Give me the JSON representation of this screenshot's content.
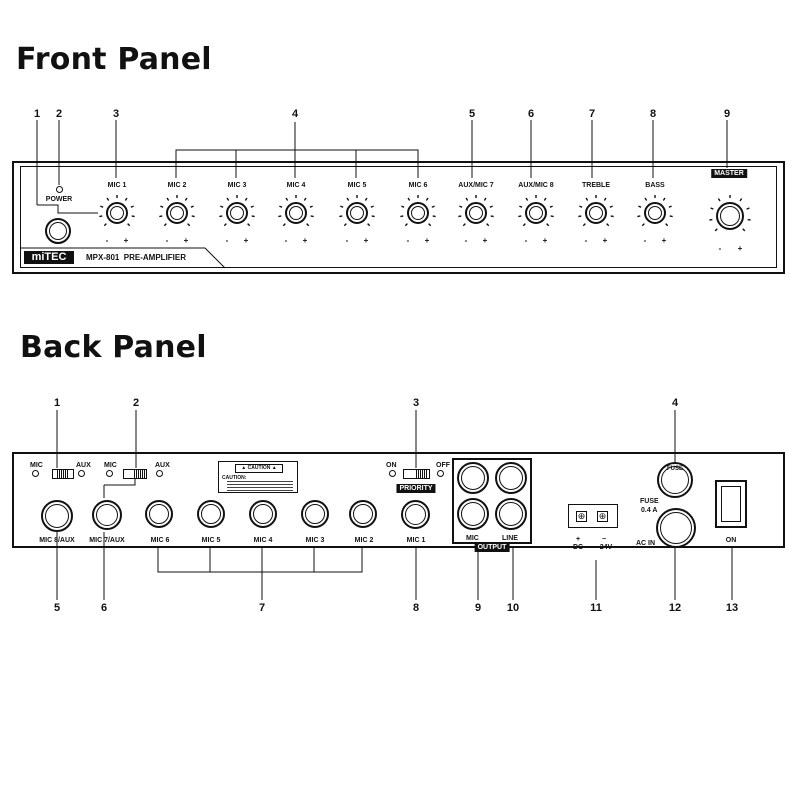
{
  "front": {
    "title": "Front Panel",
    "callouts": [
      "1",
      "2",
      "3",
      "4",
      "5",
      "6",
      "7",
      "8",
      "9"
    ],
    "power_label": "POWER",
    "channels": [
      "MIC 1",
      "MIC 2",
      "MIC 3",
      "MIC 4",
      "MIC 5",
      "MIC 6",
      "AUX/MIC 7",
      "AUX/MIC 8",
      "TREBLE",
      "BASS"
    ],
    "master_label": "MASTER",
    "minus": "-",
    "plus": "+",
    "brand": "miTEC",
    "model": "MPX-801  PRE-AMPLIFIER"
  },
  "back": {
    "title": "Back Panel",
    "callouts_top": [
      "1",
      "2",
      "3",
      "4"
    ],
    "callouts_bottom": [
      "5",
      "6",
      "7",
      "8",
      "9",
      "10",
      "11",
      "12",
      "13"
    ],
    "sw1": {
      "left": "MIC",
      "right": "AUX"
    },
    "sw2": {
      "left": "MIC",
      "right": "AUX"
    },
    "sw3": {
      "left": "ON",
      "right": "OFF",
      "tag": "PRIORITY"
    },
    "jacks": [
      "MIC 8/AUX",
      "MIC 7/AUX",
      "MIC 6",
      "MIC 5",
      "MIC 4",
      "MIC 3",
      "MIC 2",
      "MIC 1"
    ],
    "caution_title": "CAUTION",
    "caution_head": "CAUTION:",
    "output_mic": "MIC",
    "output_line": "LINE",
    "output_tag": "OUTPUT",
    "dc_plus": "+",
    "dc_minus": "−",
    "dc_label": "DC",
    "dc_voltage": "24V",
    "fuse_cap": "FUSE",
    "fuse_label": "FUSE",
    "fuse_rating": "0.4 A",
    "ac_in": "AC IN",
    "on": "ON"
  }
}
